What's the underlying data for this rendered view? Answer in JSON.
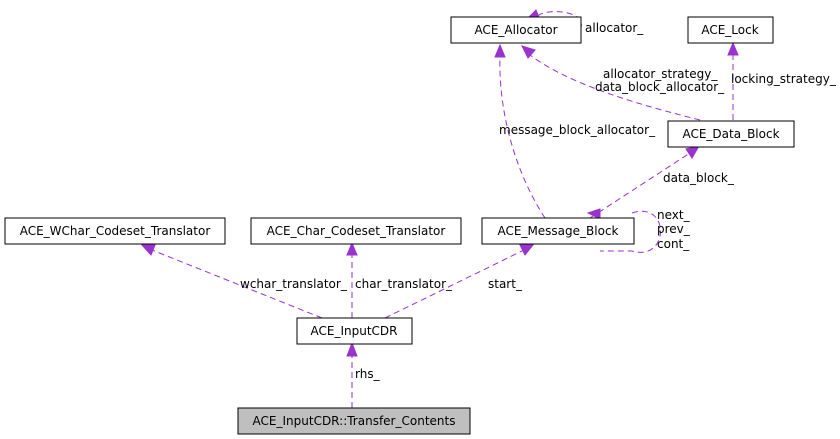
{
  "nodes": {
    "allocator": "ACE_Allocator",
    "lock": "ACE_Lock",
    "data_block": "ACE_Data_Block",
    "wchar_translator": "ACE_WChar_Codeset_Translator",
    "char_translator": "ACE_Char_Codeset_Translator",
    "message_block": "ACE_Message_Block",
    "input_cdr": "ACE_InputCDR",
    "transfer_contents": "ACE_InputCDR::Transfer_Contents"
  },
  "edges": {
    "allocator_self": "allocator_",
    "allocator_strategy": "allocator_strategy_",
    "data_block_allocator": "data_block_allocator_",
    "locking_strategy": "locking_strategy_",
    "message_block_allocator": "message_block_allocator_",
    "data_block": "data_block_",
    "next": "next_",
    "prev": "prev_",
    "cont": "cont_",
    "wchar_translator": "wchar_translator_",
    "char_translator": "char_translator_",
    "start": "start_",
    "rhs": "rhs_"
  },
  "colors": {
    "edge": "#9a32cd",
    "highlight_fill": "#bfbfbf"
  }
}
